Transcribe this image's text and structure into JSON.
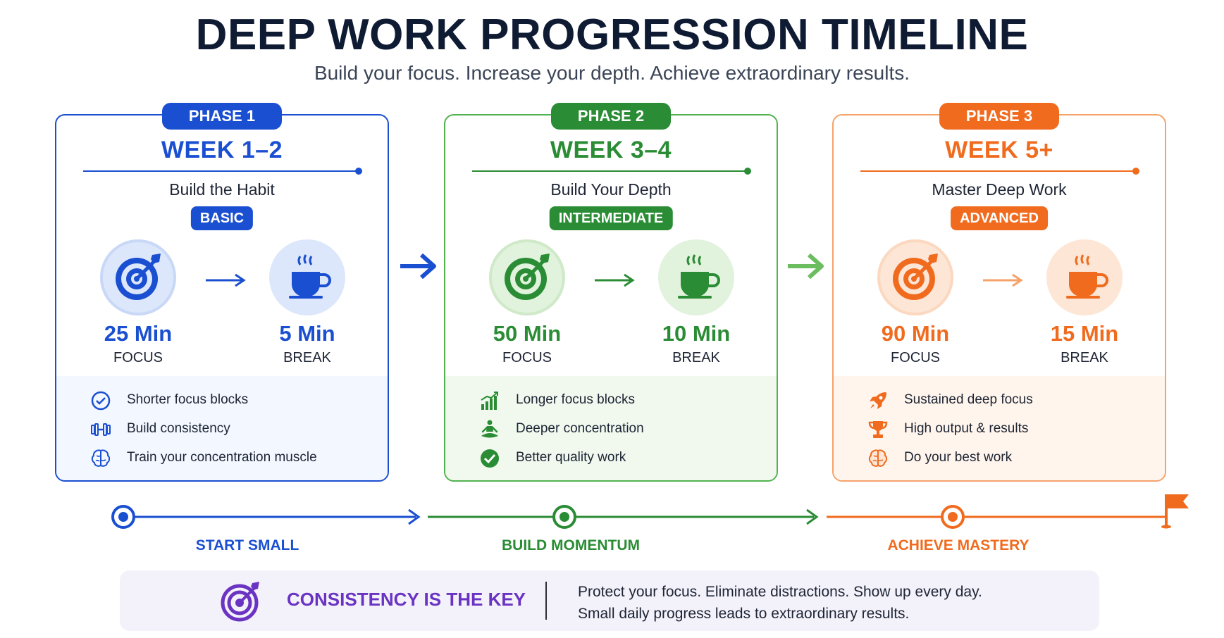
{
  "header": {
    "title": "DEEP WORK PROGRESSION TIMELINE",
    "subtitle": "Build your focus. Increase your depth. Achieve extraordinary results."
  },
  "colors": {
    "phase1": "#1a4fd1",
    "phase2": "#2a8c34",
    "phase3": "#f06b1e",
    "consistency": "#6a33c2"
  },
  "phases": [
    {
      "phase_label": "PHASE 1",
      "week": "WEEK 1–2",
      "subtitle": "Build the Habit",
      "level": "BASIC",
      "focus_value": "25 Min",
      "focus_label": "FOCUS",
      "break_value": "5 Min",
      "break_label": "BREAK",
      "bullets": [
        {
          "icon": "check-circle-icon",
          "text": "Shorter focus blocks"
        },
        {
          "icon": "dumbbell-icon",
          "text": "Build consistency"
        },
        {
          "icon": "brain-icon",
          "text": "Train your concentration muscle"
        }
      ],
      "milestone": "START SMALL"
    },
    {
      "phase_label": "PHASE 2",
      "week": "WEEK 3–4",
      "subtitle": "Build Your Depth",
      "level": "INTERMEDIATE",
      "focus_value": "50 Min",
      "focus_label": "FOCUS",
      "break_value": "10 Min",
      "break_label": "BREAK",
      "bullets": [
        {
          "icon": "growth-chart-icon",
          "text": "Longer focus blocks"
        },
        {
          "icon": "meditation-icon",
          "text": "Deeper concentration"
        },
        {
          "icon": "check-circle-filled-icon",
          "text": "Better quality work"
        }
      ],
      "milestone": "BUILD MOMENTUM"
    },
    {
      "phase_label": "PHASE 3",
      "week": "WEEK 5+",
      "subtitle": "Master Deep Work",
      "level": "ADVANCED",
      "focus_value": "90 Min",
      "focus_label": "FOCUS",
      "break_value": "15 Min",
      "break_label": "BREAK",
      "bullets": [
        {
          "icon": "rocket-icon",
          "text": "Sustained deep focus"
        },
        {
          "icon": "trophy-icon",
          "text": "High output & results"
        },
        {
          "icon": "brain-icon",
          "text": "Do your best work"
        }
      ],
      "milestone": "ACHIEVE MASTERY"
    }
  ],
  "footer": {
    "headline": "CONSISTENCY IS THE KEY",
    "line1": "Protect your focus. Eliminate distractions. Show up every day.",
    "line2": "Small daily progress leads to extraordinary results."
  }
}
